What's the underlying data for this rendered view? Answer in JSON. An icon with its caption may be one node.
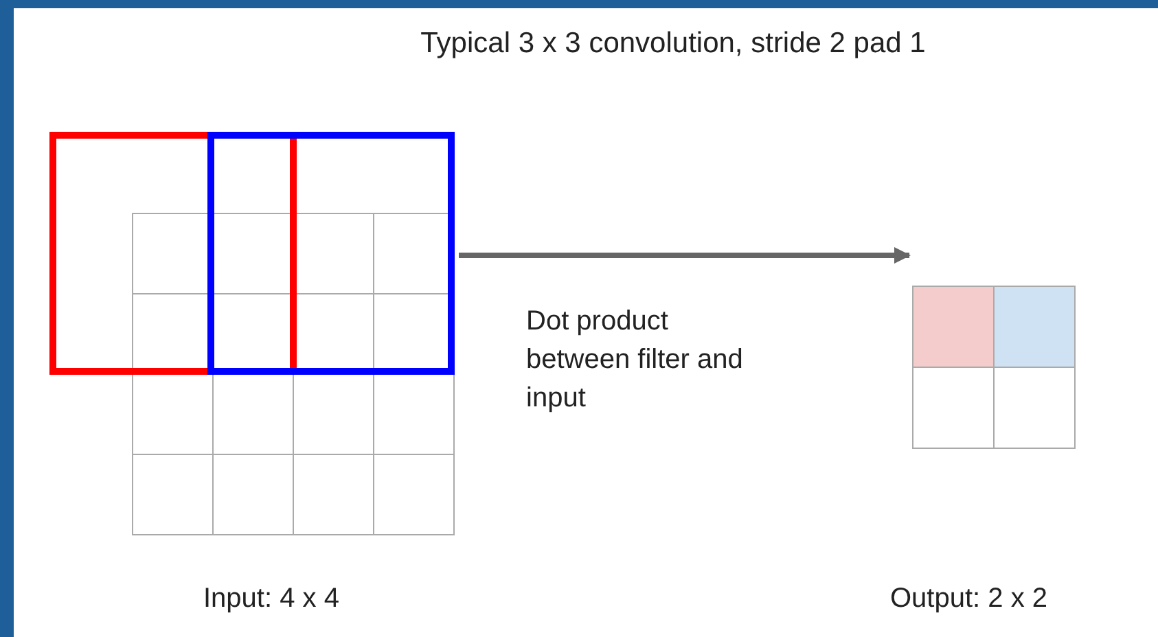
{
  "diagram": {
    "title": "Typical 3 x 3 convolution, stride 2 pad 1",
    "nodes": [
      {
        "text": [],
        "shape": "grid"
      },
      {
        "text": [],
        "shape": "grid"
      }
    ],
    "edges": [
      {
        "from": 0,
        "to": 1,
        "arrow": "to",
        "label": "Dot product between filter and input"
      }
    ],
    "labels": [
      "Input: 4 x 4",
      "Output: 2 x 2"
    ]
  }
}
